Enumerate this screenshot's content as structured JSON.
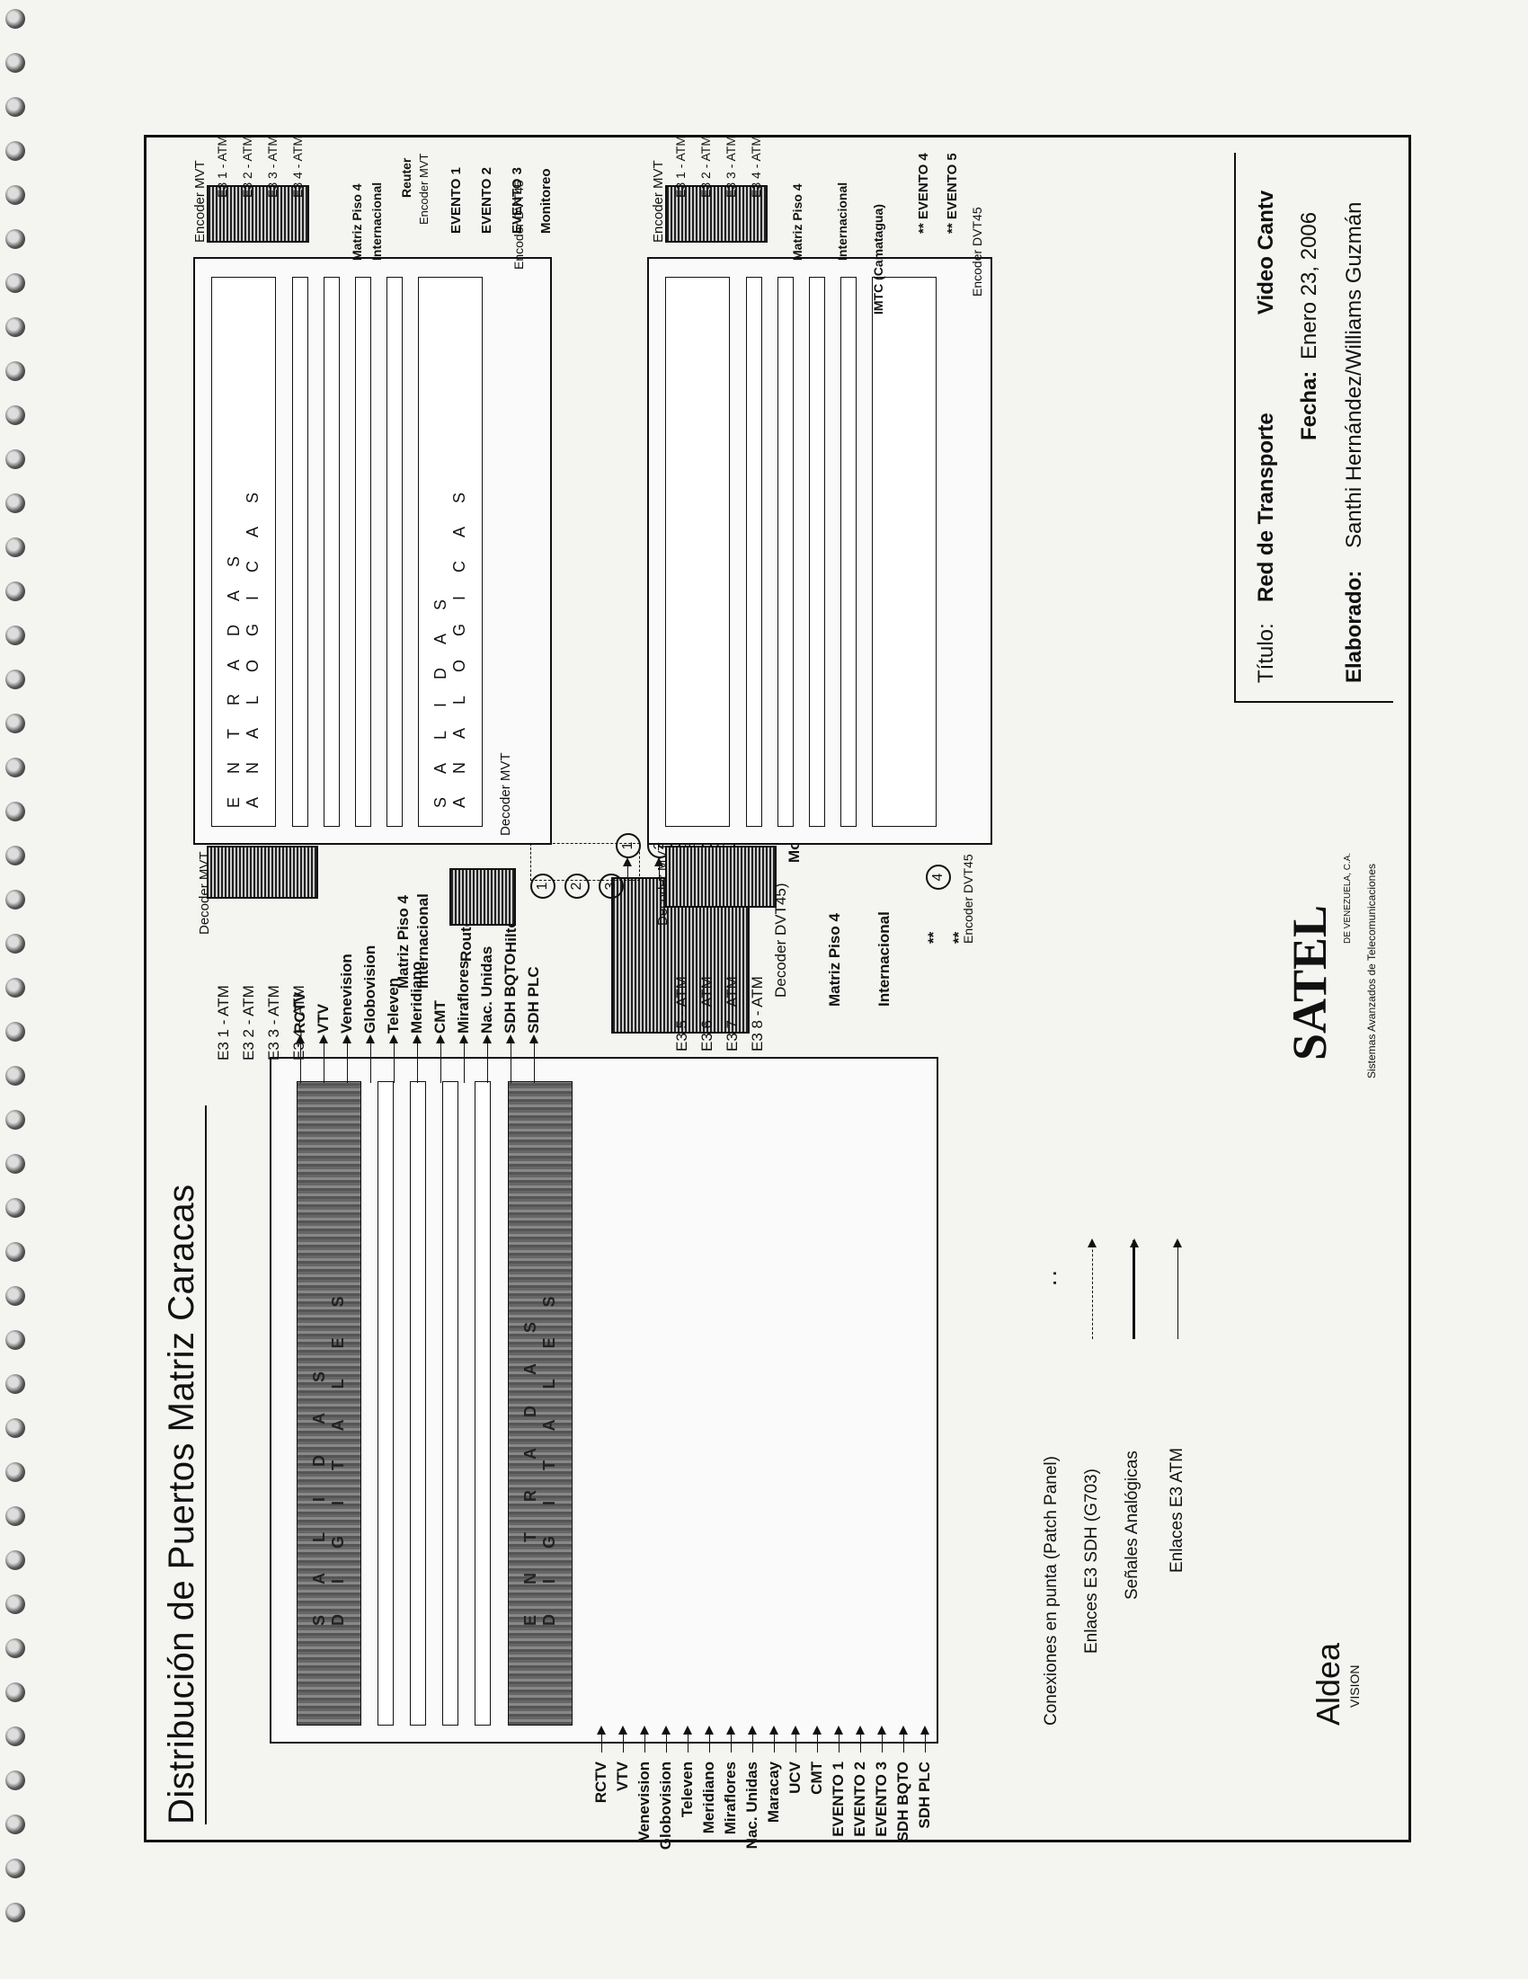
{
  "title": "Distribución de Puertos Matriz Caracas",
  "left_panel": {
    "inputs": [
      "RCTV",
      "VTV",
      "Venevision",
      "Globovision",
      "Televen",
      "Meridiano",
      "Miraflores",
      "Nac. Unidas",
      "Maracay",
      "UCV",
      "CMT",
      "EVENTO 1",
      "EVENTO 2",
      "EVENTO 3",
      "SDH BQTO",
      "SDH PLC"
    ],
    "outputs": [
      "RCTV",
      "VTV",
      "Venevision",
      "Globovision",
      "Televen",
      "Meridiano",
      "CMT",
      "Miraflores",
      "Nac. Unidas",
      "SDH BQTO",
      "SDH PLC"
    ],
    "strip_entradas": "ENTRADAS DIGITALES",
    "strip_salidas": "SALIDAS DIGITALES",
    "decoder_label": "Decoder DVT45)",
    "circles": [
      "1",
      "2",
      "3",
      "4"
    ],
    "monitor_label": "Monitoreo"
  },
  "upper_panel": {
    "decoder_label": "Decoder MVT",
    "decoder_inputs": [
      "E3 1 - ATM",
      "E3 2 - ATM",
      "E3 3 - ATM",
      "E3 4 - ATM"
    ],
    "matriz_in": [
      "Matriz Piso 4",
      "Internacional"
    ],
    "router_label": "Router",
    "hilton_label": "Hilton",
    "decoder2_label": "Decoder MVT",
    "circles": [
      "1",
      "2",
      "3"
    ],
    "entradas": "ENTRADAS ANALOGICAS",
    "salidas": "SALIDAS ANALOGICAS",
    "encoder_label": "Encoder MVT",
    "encoder_outputs": [
      "E3 1 - ATM",
      "E3 2 - ATM",
      "E3 3 - ATM",
      "E3 4 - ATM"
    ],
    "matriz_out": [
      "Matriz Piso 4",
      "Internacional"
    ],
    "reuter": "Reuter",
    "encoder_mvt2": "Encoder MVT",
    "eventos": [
      "EVENTO 1",
      "EVENTO 2",
      "EVENTO 3"
    ],
    "encoder_dvt": "Encoder DVT45",
    "monitor": "Monitoreo"
  },
  "lower_panel": {
    "decoder_label": "Decoder MVT",
    "decoder_inputs": [
      "E3 5 - ATM",
      "E3 6 - ATM",
      "E3 7 - ATM",
      "E3 8 - ATM"
    ],
    "matriz_in": "Matriz Piso 4",
    "internacional_in": "Internacional",
    "circle": "4",
    "encoder_dvt_in": "Encoder DVT45",
    "stars": [
      "**",
      "**"
    ],
    "encoder_label": "Encoder MVT",
    "encoder_outputs": [
      "E3 1 - ATM",
      "E3 2 - ATM",
      "E3 3 - ATM",
      "E3 4 - ATM"
    ],
    "matriz_out": "Matriz Piso 4",
    "internacional_out": "Internacional",
    "imtc": "IMTC (Camatagua)",
    "eventos": [
      "** EVENTO 4",
      "** EVENTO 5"
    ],
    "encoder_dvt_out": "Encoder DVT45"
  },
  "legend": {
    "items": [
      "Conexiones en punta (Patch Panel)",
      "Enlaces E3 SDH (G703)",
      "Señales Analógicas",
      "Enlaces E3 ATM"
    ],
    "dots": ". ."
  },
  "logos": {
    "aldea": "Aldea",
    "aldea_sub": "VISION",
    "satel": "SATEL",
    "satel_sub": "Sistemas Avanzados de Telecomunicaciones",
    "satel_sub2": "DE VENEZUELA, C.A."
  },
  "info": {
    "titulo_label": "Título:",
    "titulo_value": "Red de Transporte",
    "client": "Video Cantv",
    "fecha_label": "Fecha:",
    "fecha_value": "Enero 23, 2006",
    "elaborado_label": "Elaborado:",
    "elaborado_value": "Santhi Hernández/Williams Guzmán"
  }
}
